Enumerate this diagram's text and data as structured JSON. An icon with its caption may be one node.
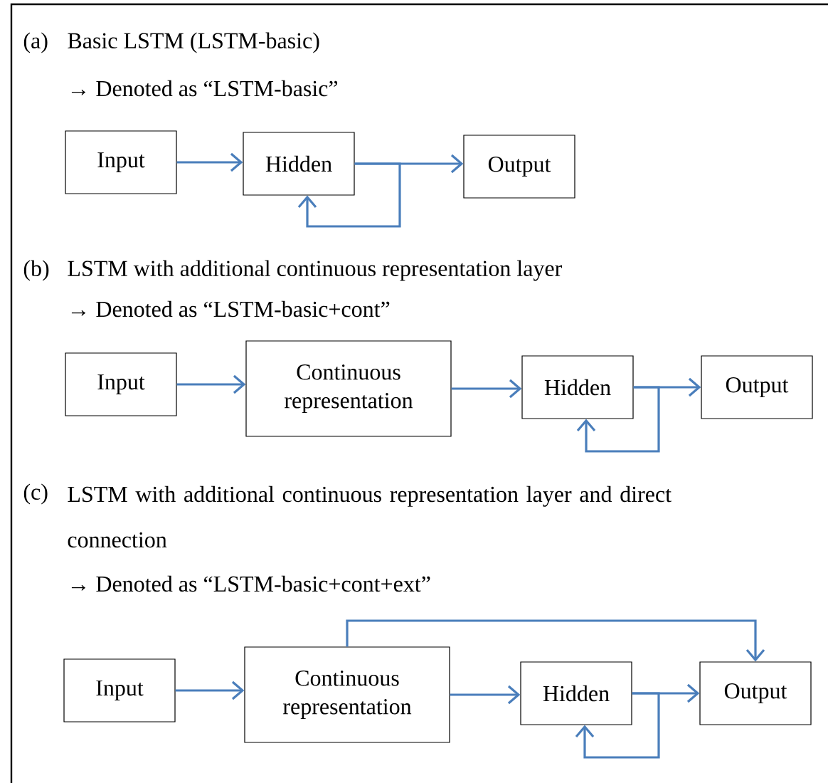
{
  "diagram": {
    "nodes": [
      {
        "text": [
          "Input"
        ]
      },
      {
        "text": [
          "Hidden"
        ]
      },
      {
        "text": [
          "Output"
        ]
      },
      {
        "text": [
          "Input"
        ]
      },
      {
        "text": [
          "Continuous representation"
        ]
      },
      {
        "text": [
          "Hidden"
        ]
      },
      {
        "text": [
          "Output"
        ]
      },
      {
        "text": [
          "Input"
        ]
      },
      {
        "text": [
          "Continuous representation"
        ]
      },
      {
        "text": [
          "Hidden"
        ]
      },
      {
        "text": [
          "Output"
        ]
      }
    ],
    "edges": [
      {
        "from": 0,
        "to": 1,
        "arrow": "to"
      },
      {
        "from": 1,
        "to": 2,
        "arrow": "to"
      },
      {
        "from": 1,
        "to": 1,
        "arrow": "to"
      },
      {
        "from": 3,
        "to": 4,
        "arrow": "to"
      },
      {
        "from": 4,
        "to": 5,
        "arrow": "to"
      },
      {
        "from": 5,
        "to": 6,
        "arrow": "to"
      },
      {
        "from": 5,
        "to": 5,
        "arrow": "to"
      },
      {
        "from": 7,
        "to": 8,
        "arrow": "to"
      },
      {
        "from": 8,
        "to": 10,
        "arrow": "to"
      },
      {
        "from": 8,
        "to": 9,
        "arrow": "to"
      },
      {
        "from": 9,
        "to": 10,
        "arrow": "to"
      },
      {
        "from": 9,
        "to": 9,
        "arrow": "to"
      }
    ],
    "labels": [
      "(a)",
      "Basic LSTM (LSTM-basic)",
      "→ Denoted as “LSTM-basic”",
      "(b)",
      "LSTM with additional continuous representation layer",
      "→ Denoted as “LSTM-basic+cont”",
      "(c)",
      "LSTM with additional continuous representation layer and direct connection",
      "→ Denoted as “LSTM-basic+cont+ext”"
    ]
  }
}
